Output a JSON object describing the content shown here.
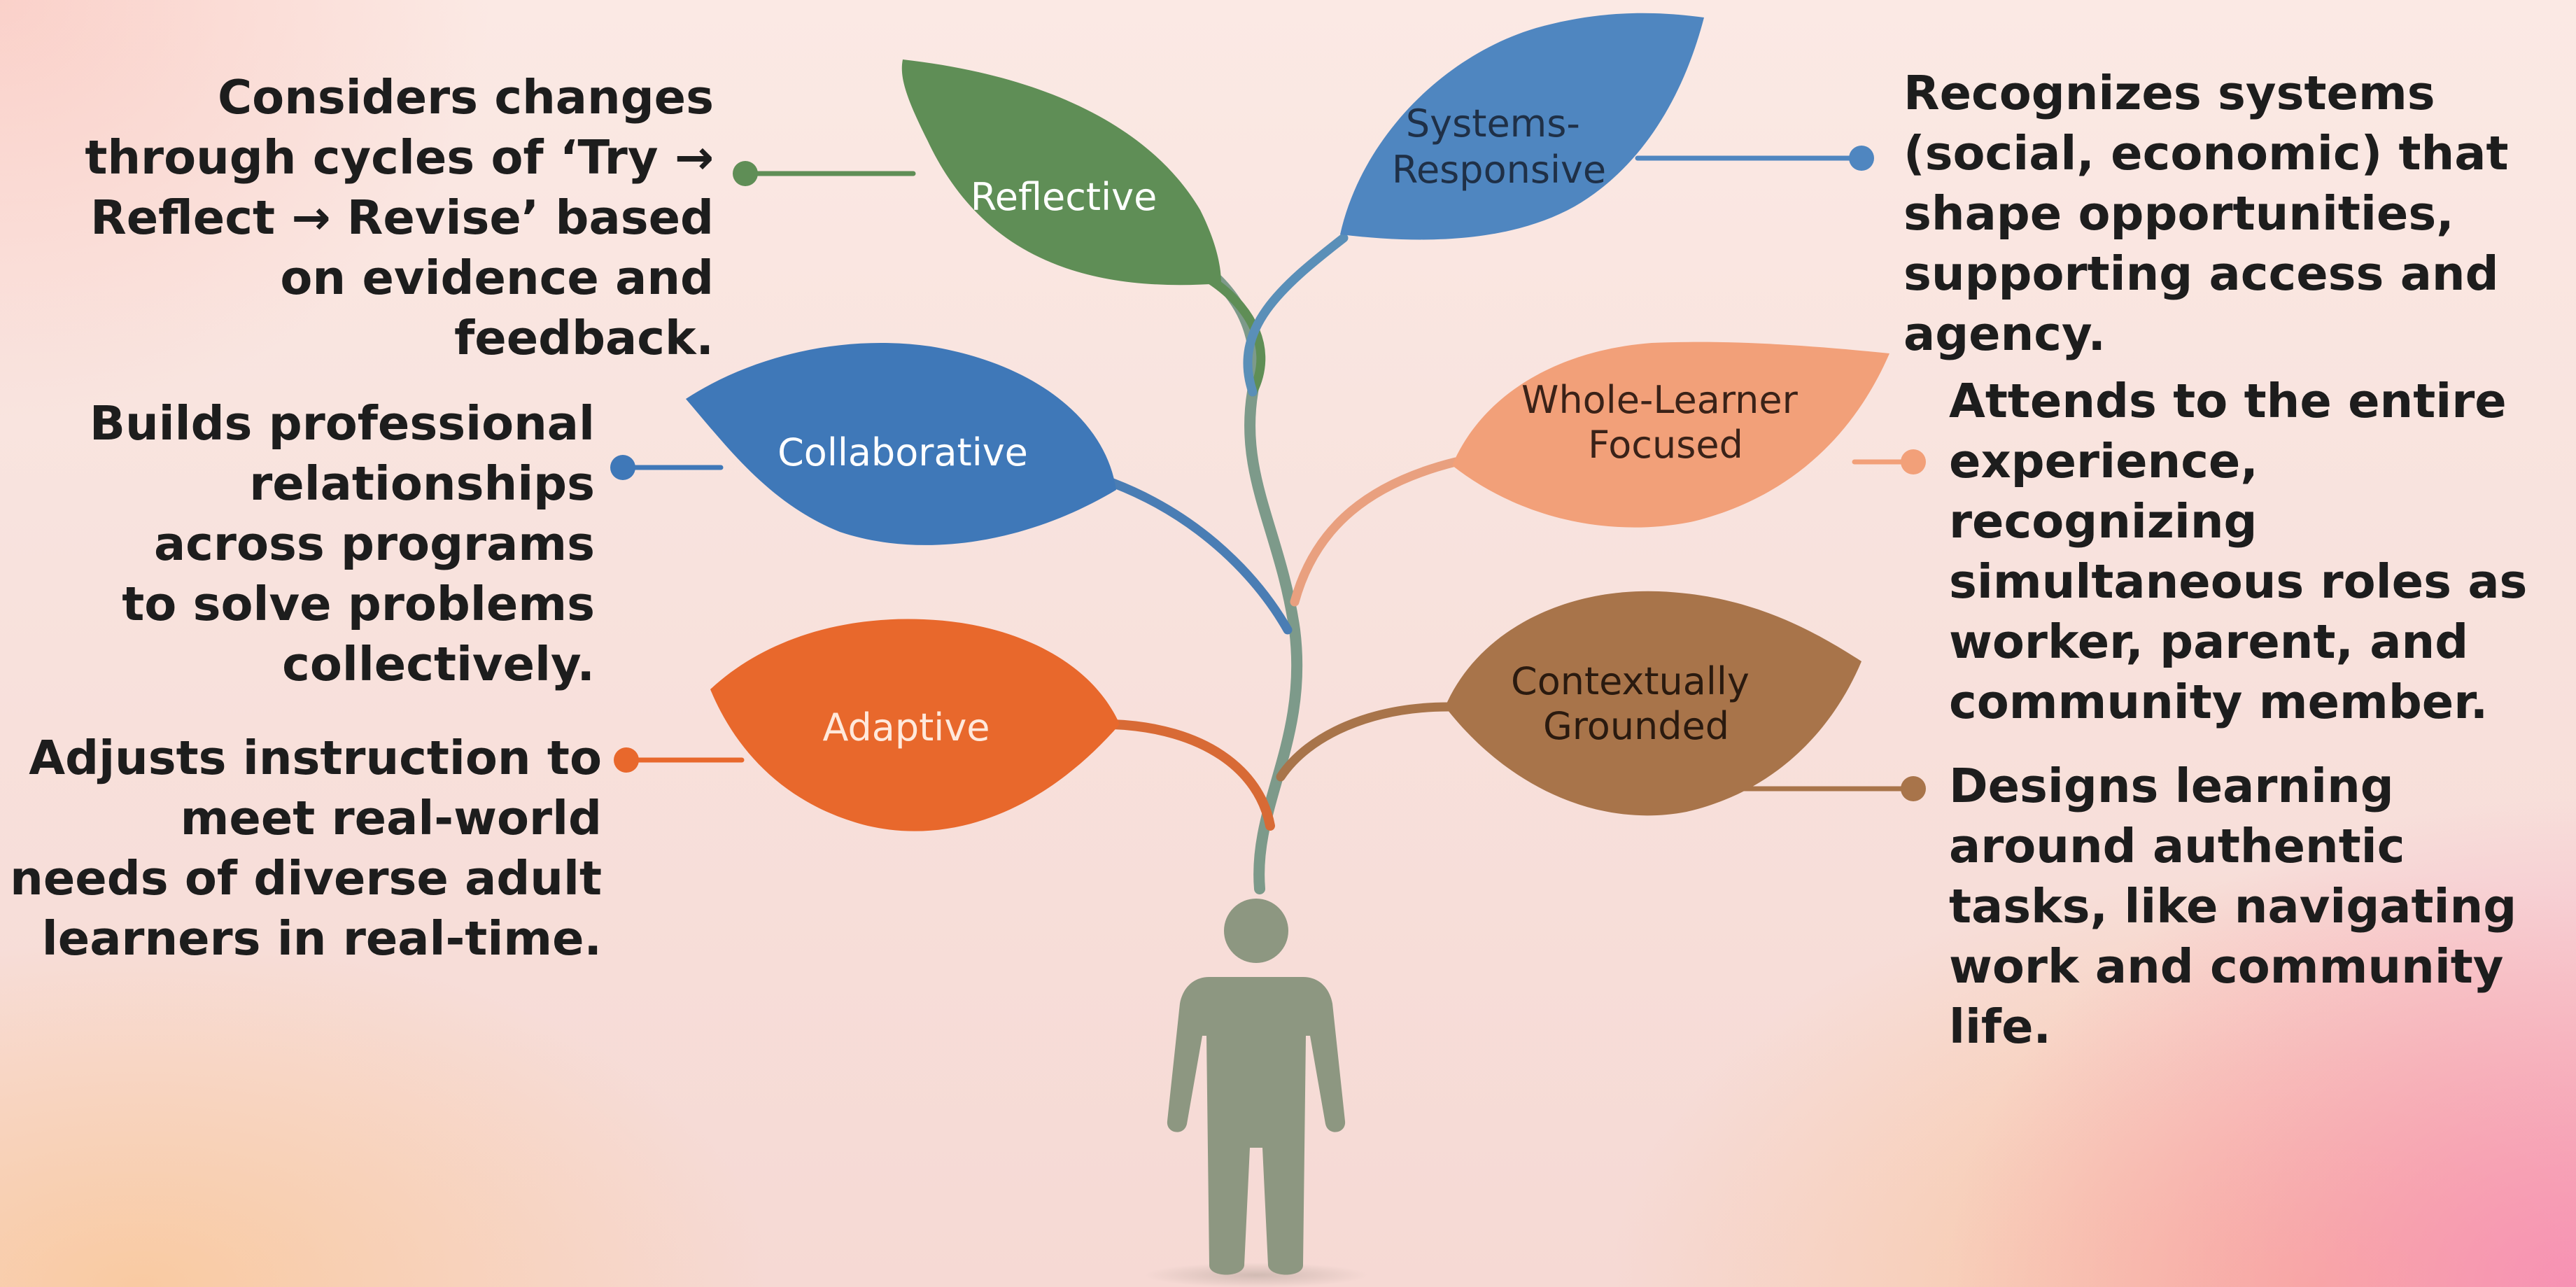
{
  "leaves": {
    "reflective": {
      "label": "Reflective",
      "color": "#5f8e56",
      "description": "Considers changes through cycles of ‘Try → Reflect → Revise’ based on evidence and feedback."
    },
    "systems_responsive": {
      "label_line1": "Systems-",
      "label_line2": "Responsive",
      "color": "#4f86c0",
      "description": "Recognizes systems (social, economic) that shape opportunities, supporting access and agency."
    },
    "collaborative": {
      "label": "Collaborative",
      "color": "#3f78b8",
      "description": "Builds professional relationships across programs to solve problems collectively."
    },
    "whole_learner": {
      "label_line1": "Whole-Learner",
      "label_line2": "Focused",
      "color": "#f2a079",
      "description": "Attends to the entire experience, recognizing simultaneous roles as worker, parent, and community member."
    },
    "adaptive": {
      "label": "Adaptive",
      "color": "#e8682c",
      "description": "Adjusts instruction to meet real-world needs of diverse adult learners in real-time."
    },
    "contextually_grounded": {
      "label_line1": "Contextually",
      "label_line2": "Grounded",
      "color": "#a8744a",
      "description": "Designs learning around authentic tasks, like navigating work and community life."
    }
  },
  "person_color": "#8d9781"
}
